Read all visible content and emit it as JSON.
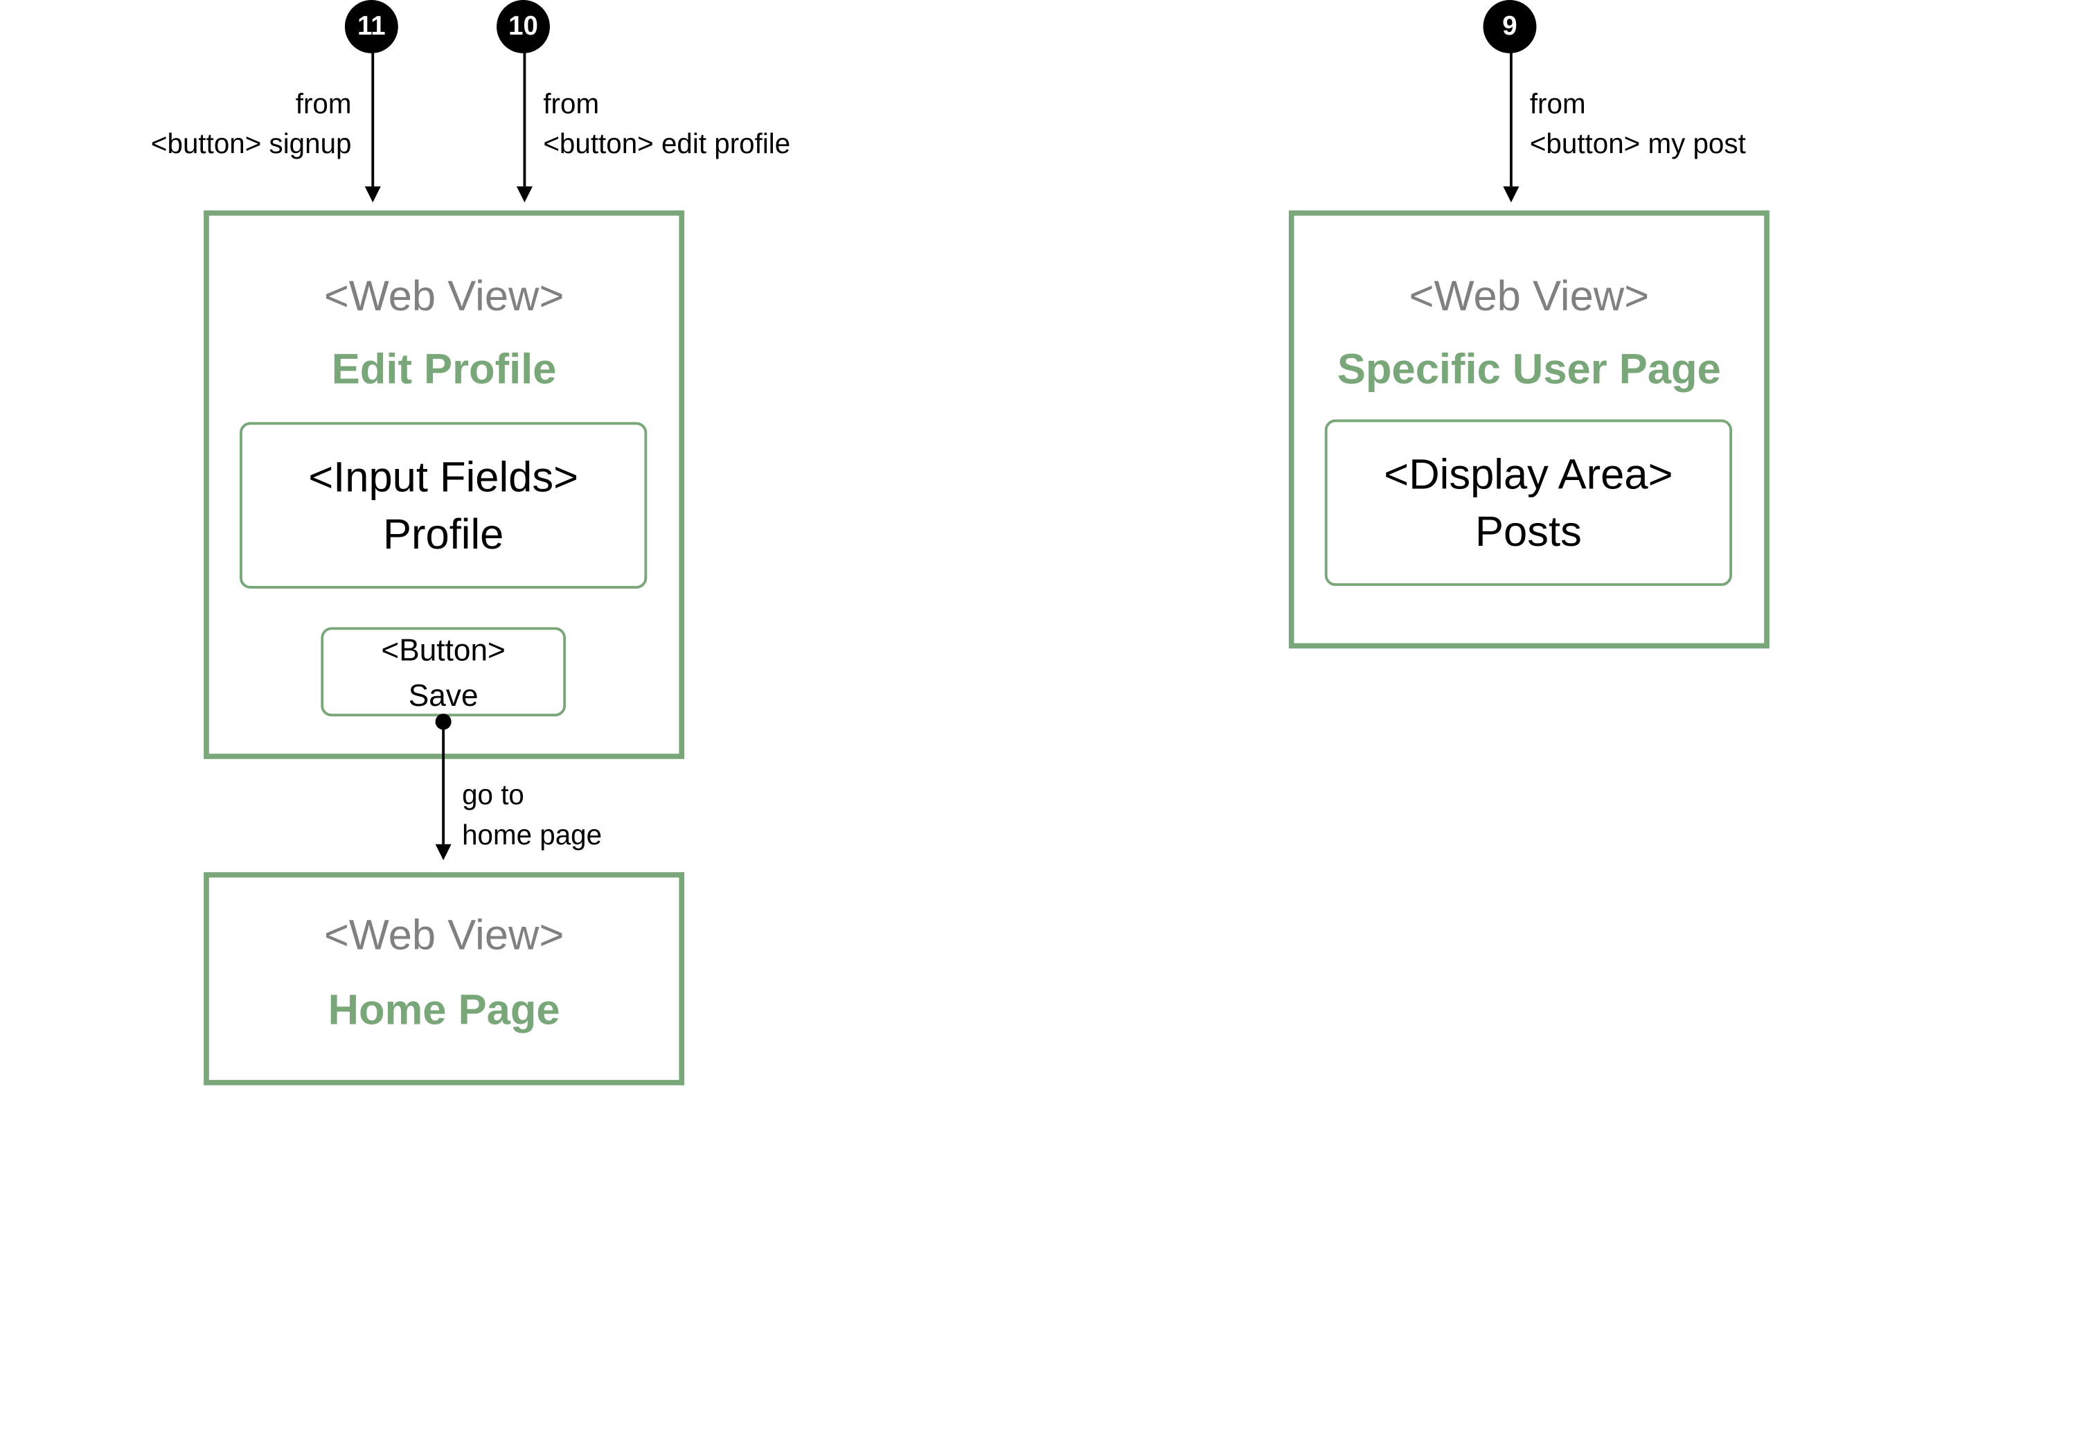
{
  "colors": {
    "accent_green": "#7aa77a",
    "muted_gray": "#808080",
    "ink": "#000000",
    "background": "#ffffff"
  },
  "badges": {
    "b11": "11",
    "b10": "10",
    "b9": "9"
  },
  "notes": {
    "signup": {
      "line1": "from",
      "line2": "<button> signup"
    },
    "edit_profile": {
      "line1": "from",
      "line2": "<button> edit profile"
    },
    "my_post": {
      "line1": "from",
      "line2": "<button> my post"
    },
    "home": {
      "line1": "go to",
      "line2": "home page"
    }
  },
  "screens": {
    "edit_profile": {
      "kind": "<Web View>",
      "title": "Edit Profile",
      "input": {
        "type": "<Input Fields>",
        "label": "Profile"
      },
      "button": {
        "type": "<Button>",
        "label": "Save"
      }
    },
    "home": {
      "kind": "<Web View>",
      "title": "Home Page"
    },
    "user_page": {
      "kind": "<Web View>",
      "title": "Specific User Page",
      "display": {
        "type": "<Display Area>",
        "label": "Posts"
      }
    }
  }
}
